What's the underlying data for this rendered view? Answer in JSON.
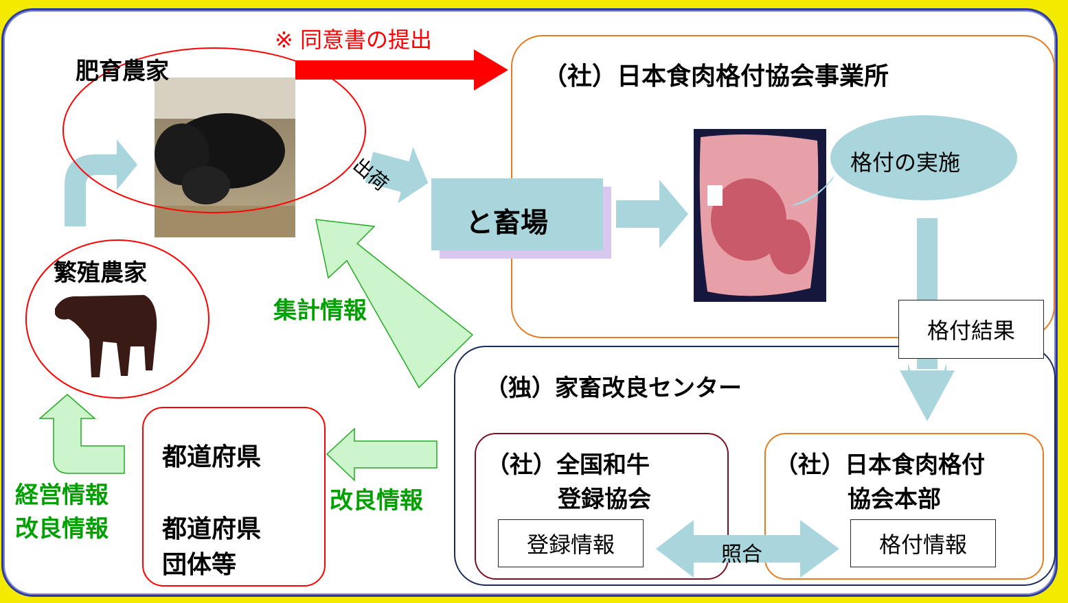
{
  "consent_label": "※ 同意書の提出",
  "fattening_farm": "肥育農家",
  "breeding_farm": "繁殖農家",
  "shipment": "出荷",
  "slaughterhouse": "と畜場",
  "grading_office": "（社）日本食肉格付協会事業所",
  "grading_done": "格付の実施",
  "grading_result": "格付結果",
  "aggregate_info": "集計情報",
  "center_title": "（独）家畜改良センター",
  "wagyu_assoc_line1": "（社）全国和牛",
  "wagyu_assoc_line2": "登録協会",
  "registration_info": "登録情報",
  "grading_hq_line1": "（社）日本食肉格付",
  "grading_hq_line2": "協会本部",
  "grading_info": "格付情報",
  "matching": "照合",
  "prefecture": "都道府県",
  "prefecture_groups_line1": "都道府県",
  "prefecture_groups_line2": "団体等",
  "improvement_info": "改良情報",
  "mgmt_info": "経営情報",
  "improvement_info2": "改良情報",
  "colors": {
    "accent_red": "#ff0000",
    "arrow_blue": "#a9d6dd",
    "green_text": "#00a000",
    "orange_border": "#e87a20",
    "navy_border": "#1a2a5a"
  }
}
